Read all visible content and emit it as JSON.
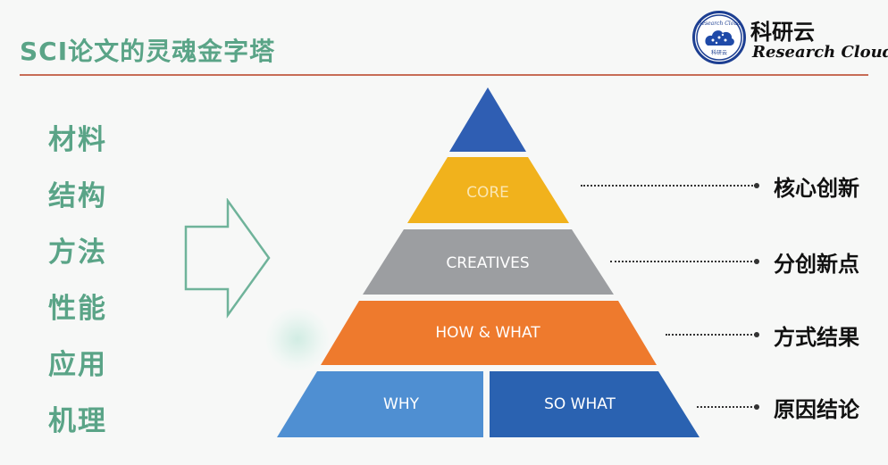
{
  "header": {
    "title": "SCI论文的灵魂金字塔",
    "logo_cn": "科研云",
    "logo_en": "Research Cloud",
    "seal_text": "Research Cloud",
    "seal_sub": "科研云"
  },
  "left_items": [
    "材料",
    "结构",
    "方法",
    "性能",
    "应用",
    "机理"
  ],
  "pyramid": {
    "core": "CORE",
    "creatives": "CREATIVES",
    "how_what": "HOW & WHAT",
    "why": "WHY",
    "so_what": "SO WHAT"
  },
  "right_labels": [
    "核心创新",
    "分创新点",
    "方式结果",
    "原因结论"
  ],
  "colors": {
    "accent_green": "#5aa487",
    "rule_red": "#c76c56",
    "top": "#2f5eb3",
    "core": "#f1b21c",
    "creatives": "#9c9ea1",
    "how_what": "#ee7a2d",
    "why": "#4f8fd2",
    "so_what": "#2a62b1"
  }
}
